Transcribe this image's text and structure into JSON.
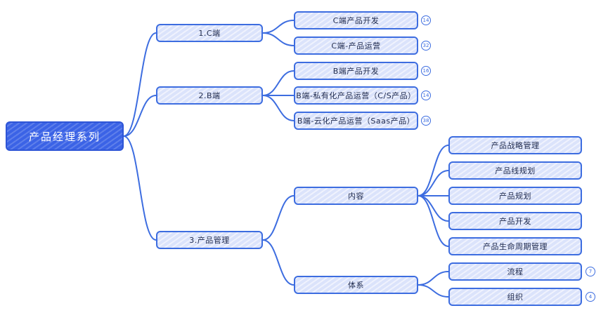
{
  "diagram": {
    "root": {
      "label": "产品经理系列"
    },
    "branches": [
      {
        "id": "c",
        "label": "1.C端",
        "children": [
          {
            "label": "C端产品开发",
            "count": "14"
          },
          {
            "label": "C端-产品运营",
            "count": "32"
          }
        ]
      },
      {
        "id": "b",
        "label": "2.B端",
        "children": [
          {
            "label": "B端产品开发",
            "count": "16"
          },
          {
            "label": "B端-私有化产品运营（C/S产品）",
            "count": "14"
          },
          {
            "label": "B端-云化产品运营（Saas产品）",
            "count": "38"
          }
        ]
      },
      {
        "id": "pm",
        "label": "3.产品管理",
        "children": [
          {
            "label": "内容",
            "children": [
              {
                "label": "产品战略管理"
              },
              {
                "label": "产品线规划"
              },
              {
                "label": "产品规划"
              },
              {
                "label": "产品开发"
              },
              {
                "label": "产品生命周期管理"
              }
            ]
          },
          {
            "label": "体系",
            "children": [
              {
                "label": "流程",
                "count": "7"
              },
              {
                "label": "组织",
                "count": "4"
              }
            ]
          }
        ]
      }
    ]
  },
  "colors": {
    "line": "#3d6de0",
    "node_fill": "#dbe3fb",
    "root_fill": "#3b63e6"
  }
}
